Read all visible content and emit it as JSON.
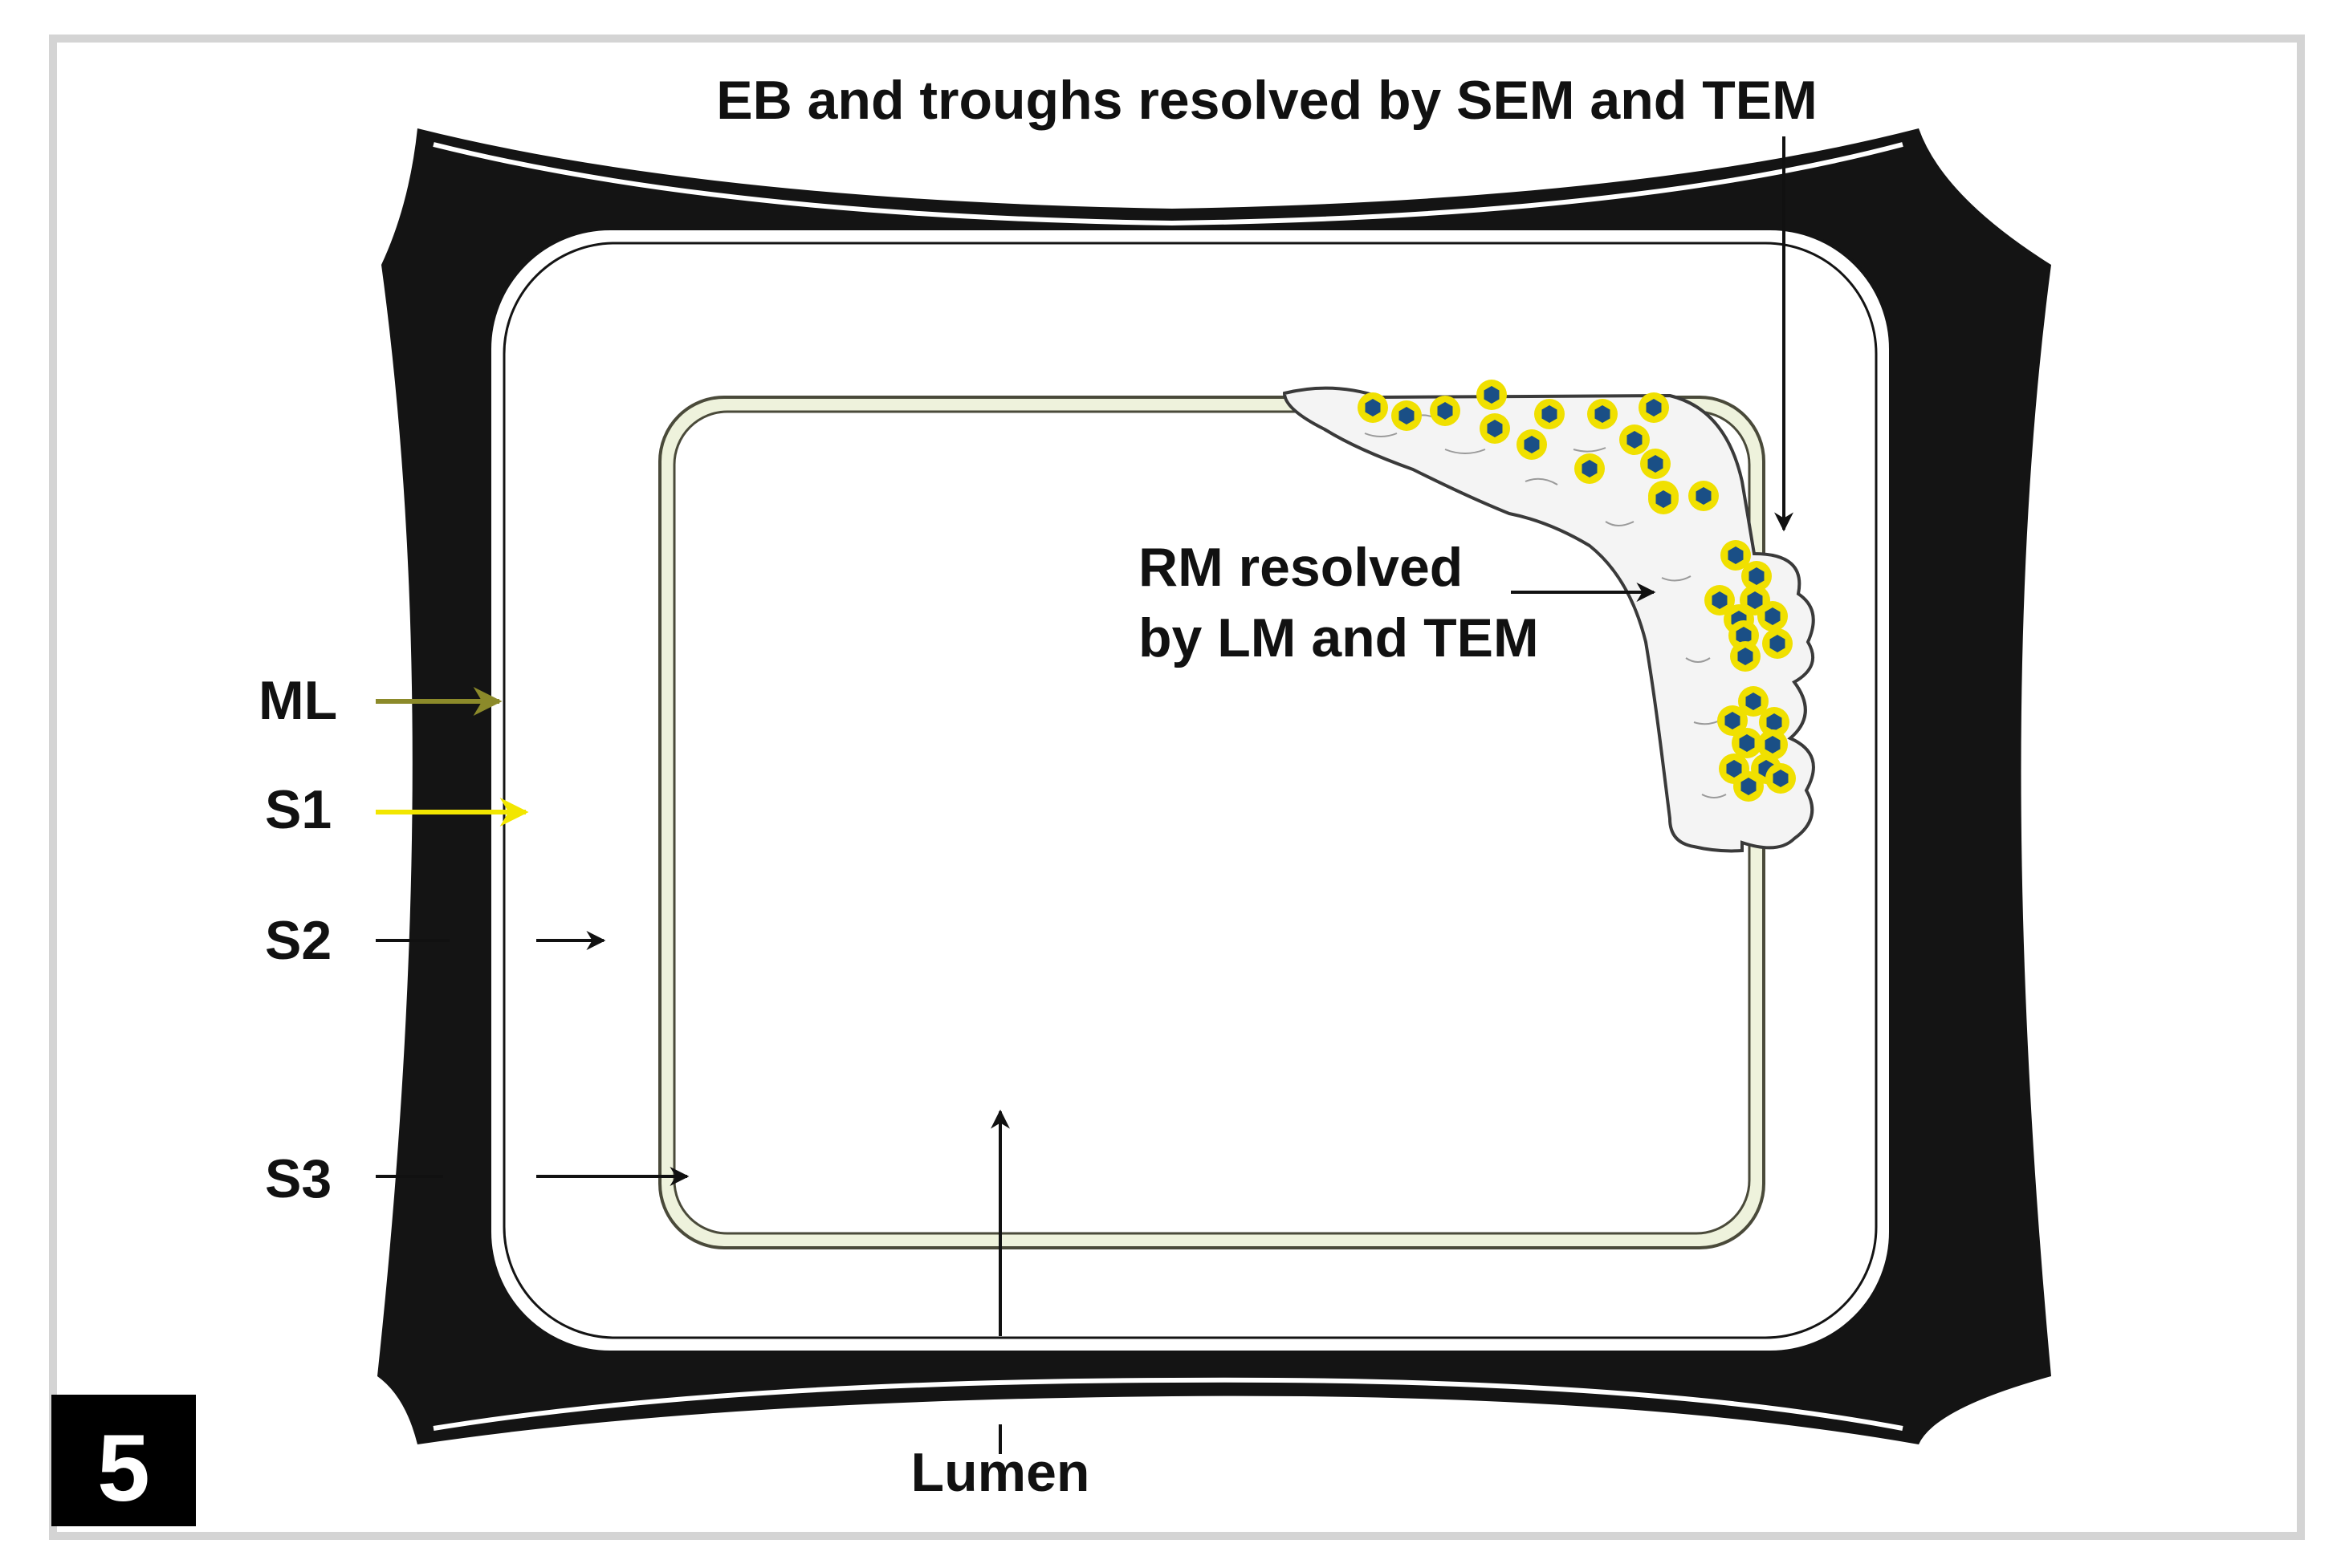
{
  "figure": {
    "panel_number": "5",
    "labels": {
      "eb_troughs": "EB and troughs resolved by SEM and TEM",
      "rm_line1": "RM resolved",
      "rm_line2": "by LM and TEM",
      "ml": "ML",
      "s1": "S1",
      "s2": "S2",
      "s3": "S3",
      "lumen": "Lumen"
    },
    "colors": {
      "wall": "#141414",
      "ml_arrow": "#8c8a2a",
      "s1_arrow": "#f2e600",
      "s3_layer": "#eef2dc",
      "s3_outline": "#4a4a3a",
      "wart_fill": "#1a4f86",
      "wart_ring": "#f0e000",
      "rm_fill": "#f4f4f4",
      "panel_badge": "#000000",
      "panel_badge_text": "#ffffff"
    }
  }
}
